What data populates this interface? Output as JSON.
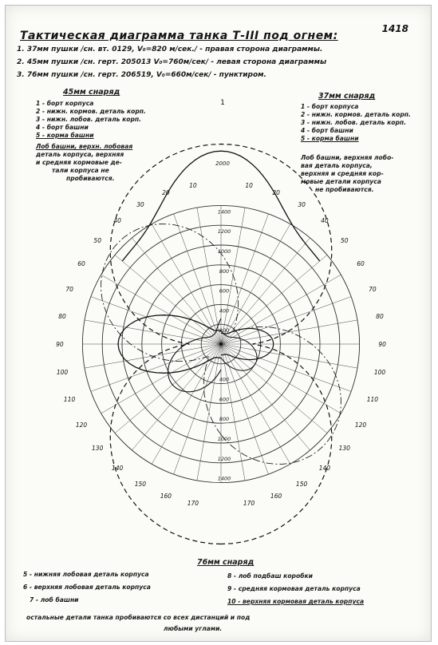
{
  "page_number": "1418",
  "title": "Тактическая диаграмма танка Т-III под огнем:",
  "weapons": [
    "1. 37мм пушки /сн. вт. 0129, V₀=820 м/сек./ - правая сторона диаграммы.",
    "2. 45мм пушки /сн. герт. 205013 V₀=760м/сек/ - левая сторона диаграммы",
    "3. 76мм пушки /сн. герт. 206519, V₀=660м/сек/ - пунктиром."
  ],
  "left_legend": {
    "header": "45мм снаряд",
    "items": [
      "1 - борт корпуса",
      "2 - нижн. кормов. деталь корп.",
      "3 - нижн. лобов. деталь корп.",
      "4 - борт башни",
      "5 - корма башни"
    ],
    "note": [
      "Лоб башни, верхн. лобовая",
      "деталь корпуса, верхняя",
      "и средняя кормовые де-",
      "тали корпуса не",
      "пробиваются."
    ]
  },
  "right_legend": {
    "header": "37мм снаряд",
    "items": [
      "1 - борт корпуса",
      "2 - нижн. кормов. деталь корп.",
      "3 - нижн. лобов. деталь корп.",
      "4 - борт башни",
      "5 - корма башни"
    ],
    "note": [
      "Лоб башни, верхняя лобо-",
      "вая деталь корпуса,",
      "верхняя и средняя кор-",
      "мовые детали корпуса",
      "не пробиваются."
    ]
  },
  "bottom_legend": {
    "header": "76мм снаряд",
    "left_items": [
      "5 - нижняя лобовая деталь корпуса",
      "6 - верхняя лобовая деталь корпуса",
      "7 - лоб башни"
    ],
    "right_items": [
      "8 - лоб подбаш коробки",
      "9 - средняя кормовая деталь корпуса",
      "10 - верхняя кормовая деталь корпуса"
    ],
    "footer": [
      "остальные детали танка пробиваются со всех дистанций и под",
      "любыми углами."
    ]
  },
  "chart_data": {
    "type": "polar",
    "angle_unit": "degrees",
    "radius_unit": "m",
    "range_rings": [
      200,
      400,
      600,
      800,
      1000,
      1200,
      1400
    ],
    "ring_labels_top": [
      "1400",
      "1200",
      "1000",
      "800",
      "600",
      "400",
      "200"
    ],
    "ring_labels_bottom": [
      "400",
      "600",
      "800",
      "1000",
      "1200",
      "1400"
    ],
    "top_range_label": "2000",
    "center_label": "1",
    "angle_labels_left": [
      "10",
      "20",
      "30",
      "40",
      "50",
      "60",
      "70",
      "80",
      "90",
      "100",
      "110",
      "120",
      "130",
      "140",
      "150",
      "160",
      "170"
    ],
    "angle_labels_right": [
      "10",
      "20",
      "30",
      "40",
      "50",
      "60",
      "70",
      "80",
      "90",
      "100",
      "110",
      "120",
      "130",
      "140",
      "150",
      "160",
      "170"
    ]
  }
}
